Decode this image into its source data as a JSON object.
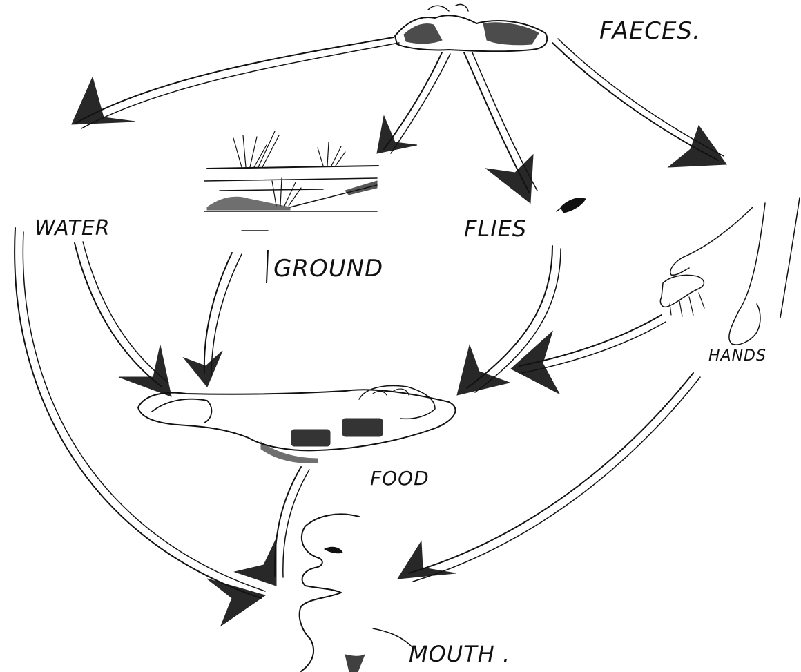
{
  "diagram": {
    "nodes": {
      "faeces": {
        "label": "FAECES."
      },
      "water": {
        "label": "WATER"
      },
      "ground": {
        "label": "GROUND"
      },
      "flies": {
        "label": "FLIES"
      },
      "hands": {
        "label": "HANDS"
      },
      "food": {
        "label": "FOOD"
      },
      "mouth": {
        "label": "MOUTH ."
      }
    },
    "edges": [
      {
        "from": "faeces",
        "to": "water"
      },
      {
        "from": "faeces",
        "to": "ground"
      },
      {
        "from": "faeces",
        "to": "flies"
      },
      {
        "from": "faeces",
        "to": "hands"
      },
      {
        "from": "water",
        "to": "food"
      },
      {
        "from": "ground",
        "to": "food"
      },
      {
        "from": "flies",
        "to": "food"
      },
      {
        "from": "hands",
        "to": "food"
      },
      {
        "from": "water",
        "to": "mouth"
      },
      {
        "from": "food",
        "to": "mouth"
      },
      {
        "from": "hands",
        "to": "mouth"
      }
    ],
    "ink_color": "#111111"
  }
}
